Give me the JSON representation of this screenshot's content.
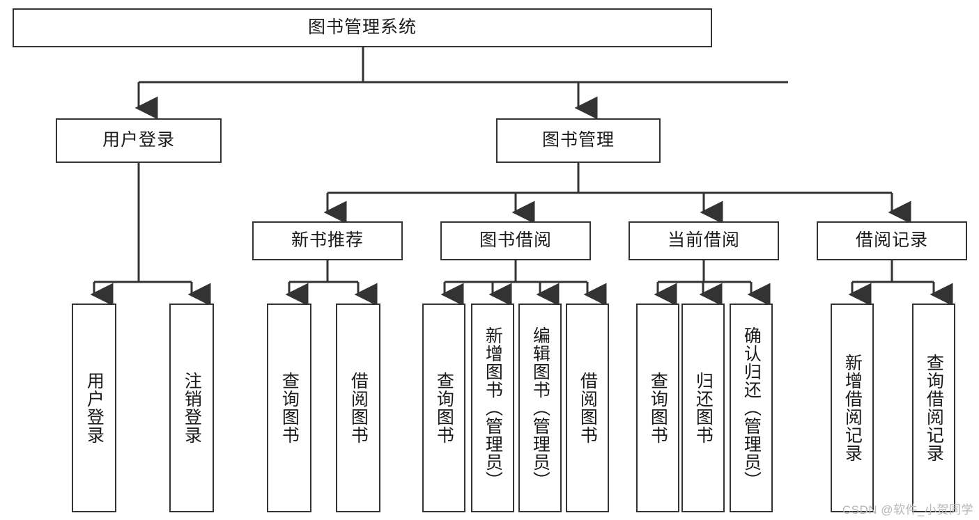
{
  "diagram": {
    "title": "图书管理系统",
    "type": "tree",
    "root": {
      "label": "图书管理系统"
    },
    "level2": [
      {
        "label": "用户登录"
      },
      {
        "label": "图书管理"
      }
    ],
    "level3": [
      {
        "label": "新书推荐"
      },
      {
        "label": "图书借阅"
      },
      {
        "label": "当前借阅"
      },
      {
        "label": "借阅记录"
      }
    ],
    "leaves": {
      "user_login": [
        {
          "label": "用户登录"
        },
        {
          "label": "注销登录"
        }
      ],
      "new_book_recommend": [
        {
          "label": "查询图书"
        },
        {
          "label": "借阅图书"
        }
      ],
      "book_borrow": [
        {
          "label": "查询图书"
        },
        {
          "label": "新增图书（管理员）"
        },
        {
          "label": "编辑图书（管理员）"
        },
        {
          "label": "借阅图书"
        }
      ],
      "current_borrow": [
        {
          "label": "查询图书"
        },
        {
          "label": "归还图书"
        },
        {
          "label": "确认归还（管理员）"
        }
      ],
      "borrow_record": [
        {
          "label": "新增借阅记录"
        },
        {
          "label": "查询借阅记录"
        }
      ]
    }
  },
  "watermark": {
    "text": "CSDN @软件_小贺同学"
  },
  "colors": {
    "stroke": "#333333",
    "background": "#ffffff",
    "text": "#1a1a1a",
    "watermark": "#b6b6b6"
  }
}
